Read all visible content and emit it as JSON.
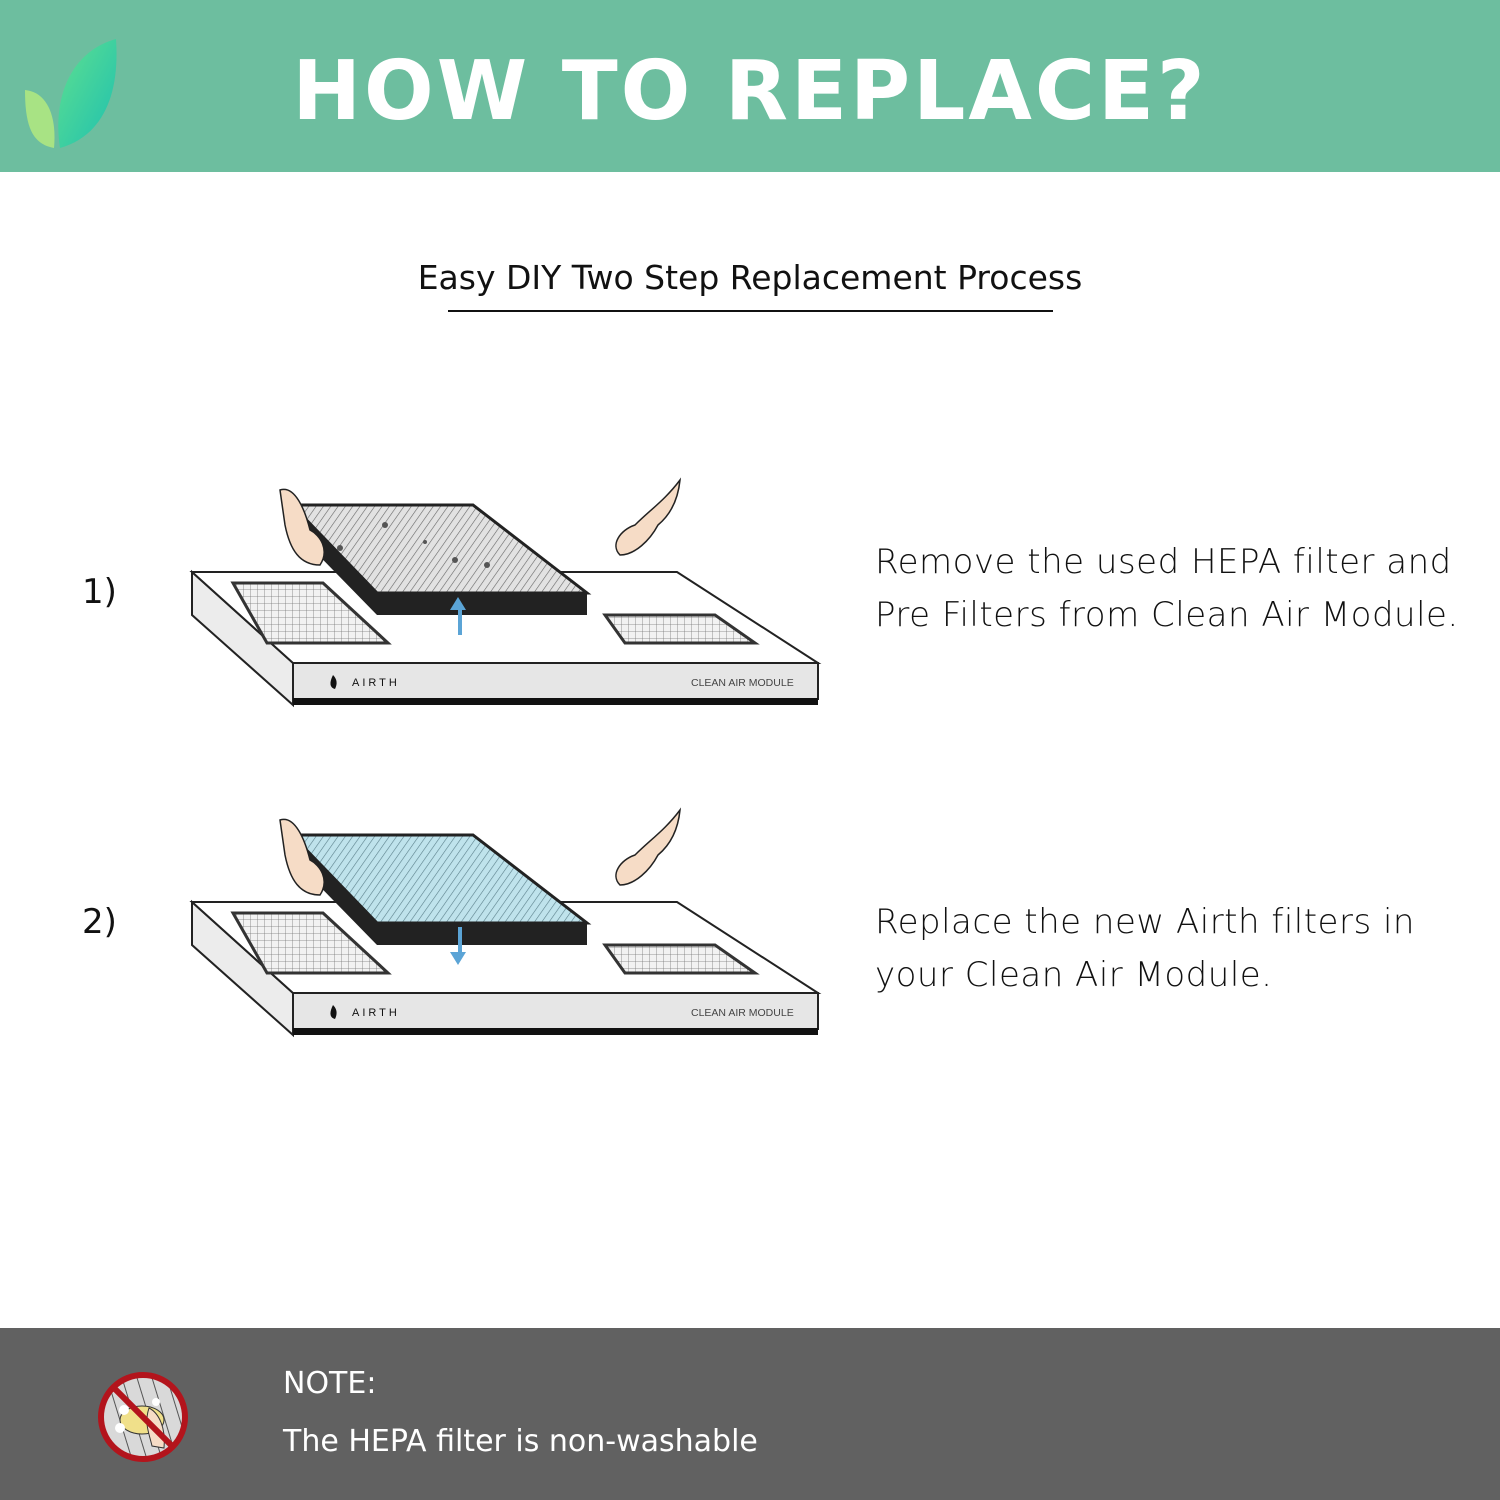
{
  "header": {
    "title": "HOW TO REPLACE?",
    "brand_color": "#6dbe9f"
  },
  "subtitle": "Easy DIY Two Step Replacement Process",
  "steps": [
    {
      "number": "1)",
      "text": "Remove the used HEPA filter and Pre Filters from Clean Air Module.",
      "brand": "AIRTH",
      "module_label": "CLEAN AIR MODULE",
      "arrow": "up"
    },
    {
      "number": "2)",
      "text": "Replace the new Airth filters in your Clean Air Module.",
      "brand": "AIRTH",
      "module_label": "CLEAN AIR MODULE",
      "arrow": "down"
    }
  ],
  "footer": {
    "note_label": "NOTE:",
    "note_text": "The HEPA filter is non-washable",
    "icon": "no-washing-icon"
  }
}
